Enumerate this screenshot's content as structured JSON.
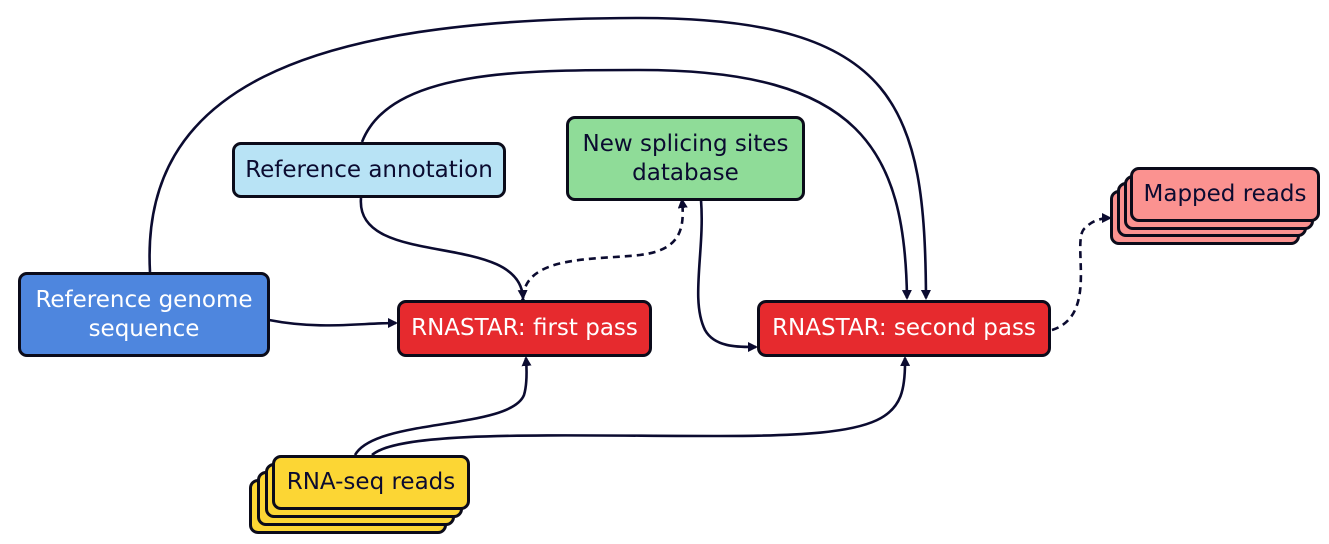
{
  "nodes": {
    "ref_annotation": {
      "label": "Reference annotation",
      "color": "#b8e3f5",
      "text_color": "#0b0b30"
    },
    "splice_db": {
      "line1": "New splicing sites",
      "line2": "database",
      "color": "#8fdc98",
      "text_color": "#0b0b30"
    },
    "ref_genome": {
      "line1": "Reference genome",
      "line2": "sequence",
      "color": "#4e86de",
      "text_color": "#ffffff"
    },
    "first_pass": {
      "label": "RNASTAR: first pass",
      "color": "#e62a2e",
      "text_color": "#ffffff"
    },
    "second_pass": {
      "label": "RNASTAR: second pass",
      "color": "#e62a2e",
      "text_color": "#ffffff"
    },
    "rnaseq_reads": {
      "label": "RNA-seq reads",
      "color": "#fcd634",
      "text_color": "#0b0b30"
    },
    "mapped_reads": {
      "label": "Mapped reads",
      "color": "#fb9290",
      "text_color": "#0b0b30"
    }
  }
}
